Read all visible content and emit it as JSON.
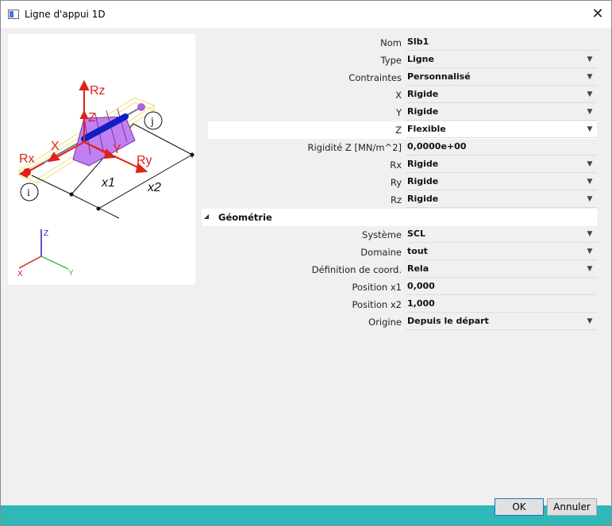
{
  "window": {
    "title": "Ligne d'appui 1D",
    "close_glyph": "✕"
  },
  "diagram": {
    "labels": {
      "rz": "Rz",
      "z": "Z",
      "x": "X",
      "y": "Y",
      "rx": "Rx",
      "ry": "Ry",
      "x1": "x1",
      "x2": "x2",
      "i": "i",
      "j": "j"
    },
    "axes": {
      "z": "Z",
      "x": "X",
      "y": "Y"
    },
    "colors": {
      "red": "#e0201a",
      "yellow": "#e8e070",
      "purple": "#b060e0",
      "blue": "#1020c0",
      "green": "#30c040",
      "axisblue": "#2020c0"
    }
  },
  "properties": {
    "nom": {
      "label": "Nom",
      "value": "Slb1"
    },
    "type": {
      "label": "Type",
      "value": "Ligne"
    },
    "contraintes": {
      "label": "Contraintes",
      "value": "Personnalisé"
    },
    "x": {
      "label": "X",
      "value": "Rigide"
    },
    "y": {
      "label": "Y",
      "value": "Rigide"
    },
    "z": {
      "label": "Z",
      "value": "Flexible"
    },
    "rigidite_z": {
      "label": "Rigidité Z [MN/m^2]",
      "value": "0,0000e+00"
    },
    "rx": {
      "label": "Rx",
      "value": "Rigide"
    },
    "ry": {
      "label": "Ry",
      "value": "Rigide"
    },
    "rz": {
      "label": "Rz",
      "value": "Rigide"
    }
  },
  "geometrie": {
    "title": "Géométrie",
    "systeme": {
      "label": "Système",
      "value": "SCL"
    },
    "domaine": {
      "label": "Domaine",
      "value": "tout"
    },
    "definition": {
      "label": "Définition de coord.",
      "value": "Rela"
    },
    "position_x1": {
      "label": "Position x1",
      "value": "0,000"
    },
    "position_x2": {
      "label": "Position x2",
      "value": "1,000"
    },
    "origine": {
      "label": "Origine",
      "value": "Depuis le départ"
    }
  },
  "buttons": {
    "ok": "OK",
    "cancel": "Annuler"
  }
}
